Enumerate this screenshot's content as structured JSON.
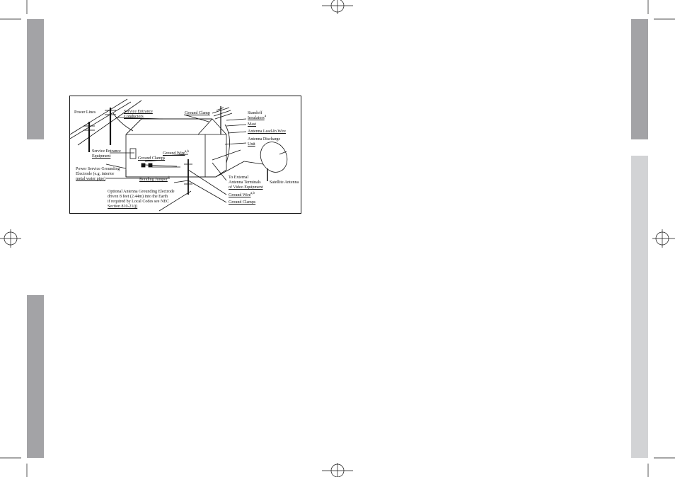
{
  "colors": {
    "tab_dark": "#a3a3a6",
    "tab_light": "#d2d3d5",
    "line": "#111111"
  },
  "diagram": {
    "labels": {
      "power_lines": "Power Lines",
      "service_entrance_conductors_1": "Service Entrance",
      "service_entrance_conductors_2": "Conductors",
      "ground_clamp": "Ground Clamp",
      "standoff_insulators_1": "Standoff",
      "standoff_insulators_2": "Insulators",
      "mast": "Mast",
      "antenna_lead_in_wire": "Antenna Lead-In Wire",
      "antenna_discharge_unit_1": "Antenna Discharge",
      "antenna_discharge_unit_2": "Unit",
      "service_entrance_equipment_1": "Service Entrance",
      "service_entrance_equipment_2": "Equipment",
      "ground_wire_top": "Ground Wire",
      "ground_clamps_left": "Ground Clamps",
      "power_service_grounding_1": "Power Service Grounding",
      "power_service_grounding_2": "Electrode (e.g. interior",
      "power_service_grounding_3": "metal water pipe)",
      "bonding_jumper": "Bonding Jumper",
      "to_external_1": "To External",
      "to_external_2": "Antenna Terminals",
      "to_external_3": "of Video Equipment",
      "satellite_antenna": "Satellite Antenna",
      "ground_wire_bottom": "Ground Wire",
      "ground_clamps_bottom": "Ground Clamps",
      "optional_electrode_1": "Optional Antenna Grounding Electrode",
      "optional_electrode_2": "driven 8 feet (2.44m) into the Earth",
      "optional_electrode_3": "if required by Local Codes see NEC",
      "optional_electrode_4": "Section 810-21(j)",
      "sup_ab": "a,b",
      "sup_a": "a",
      "sup_d": "d"
    }
  }
}
